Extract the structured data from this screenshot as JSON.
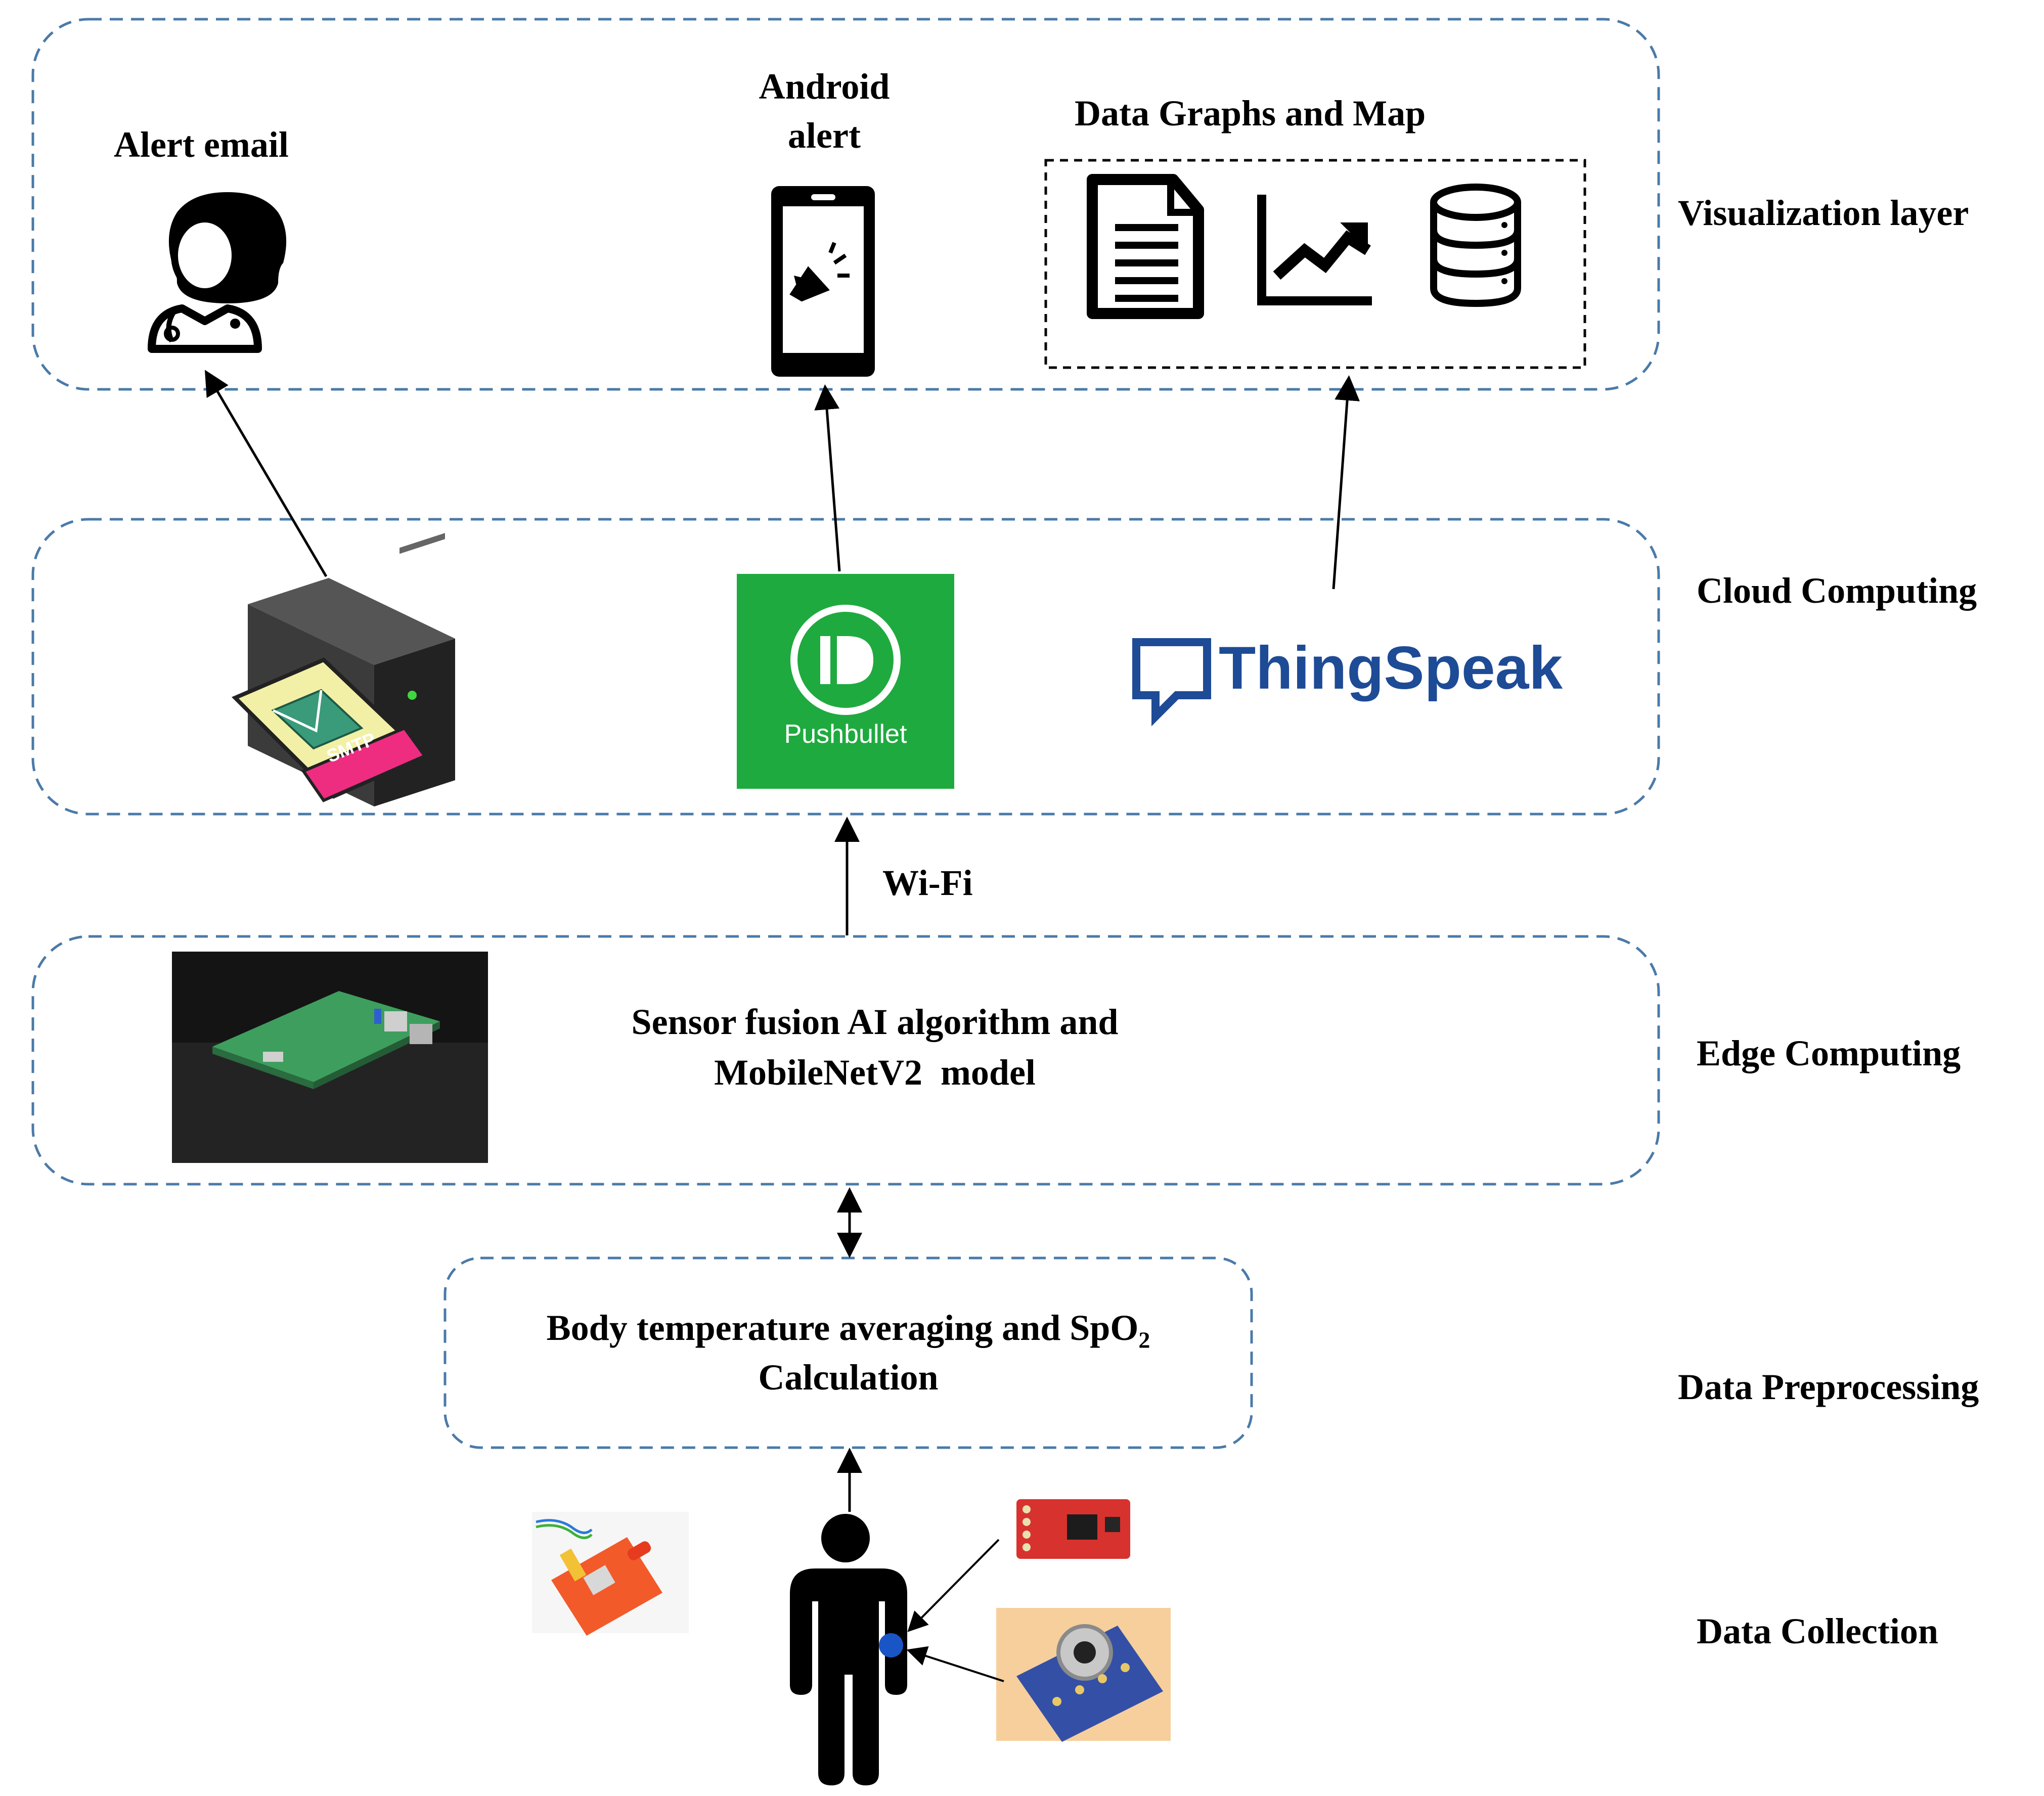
{
  "layers": {
    "visualization": "Visualization layer",
    "cloud": "Cloud Computing",
    "edge": "Edge Computing",
    "preprocessing": "Data Preprocessing",
    "collection": "Data Collection"
  },
  "visualization": {
    "alert_email": "Alert email",
    "android_alert_line1": "Android",
    "android_alert_line2": "alert",
    "graphs_map": "Data Graphs and Map"
  },
  "cloud": {
    "smtp_label": "SMTP",
    "pushbullet_label": "Pushbullet",
    "thingspeak_label": "ThingSpeak"
  },
  "link": {
    "wifi": "Wi-Fi"
  },
  "edge": {
    "line1": "Sensor fusion AI algorithm and",
    "line2": "MobileNetV2  model"
  },
  "preprocessing": {
    "line1_prefix": "Body temperature averaging and SpO",
    "line1_subscript": "2",
    "line2": "Calculation"
  },
  "colors": {
    "dashed_border": "#4a7aa8",
    "pushbullet_green": "#1faa3f",
    "thingspeak_blue": "#1e4b96",
    "sensor_red": "#d8322f",
    "wrist_dot": "#1a55c6"
  }
}
